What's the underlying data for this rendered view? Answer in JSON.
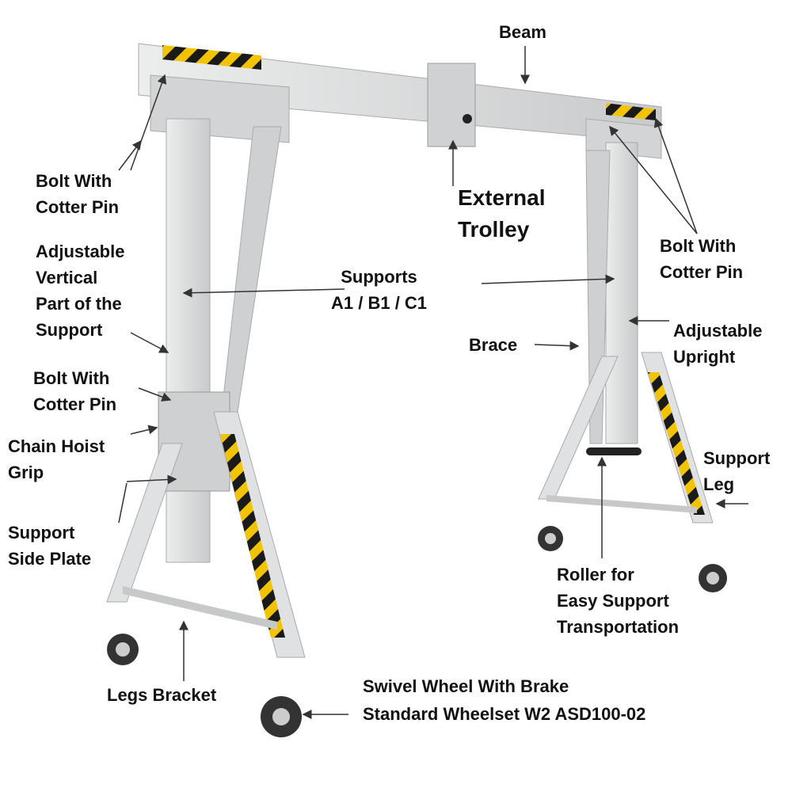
{
  "labels": {
    "beam": "Beam",
    "external_trolley": [
      "External",
      "Trolley"
    ],
    "bolt_top_left": [
      "Bolt With",
      "Cotter Pin"
    ],
    "bolt_top_right": [
      "Bolt With",
      "Cotter Pin"
    ],
    "bolt_mid_left": [
      "Bolt With",
      "Cotter Pin"
    ],
    "adjustable_vertical": [
      "Adjustable",
      "Vertical",
      "Part of the",
      "Support"
    ],
    "supports": [
      "Supports",
      "A1 / B1 / C1"
    ],
    "brace": "Brace",
    "adjustable_upright": [
      "Adjustable",
      "Upright"
    ],
    "chain_hoist_grip": [
      "Chain Hoist",
      "Grip"
    ],
    "support_leg": [
      "Support",
      "Leg"
    ],
    "support_side_plate": [
      "Support",
      "Side Plate"
    ],
    "roller": [
      "Roller for",
      "Easy Support",
      "Transportation"
    ],
    "legs_bracket": "Legs Bracket",
    "swivel_wheel": [
      "Swivel Wheel With Brake",
      "Standard Wheelset W2 ASD100-02"
    ]
  },
  "colors": {
    "aluminum": "#d9dadb",
    "hazard_yellow": "#f2c400",
    "hazard_black": "#1a1a1a"
  }
}
